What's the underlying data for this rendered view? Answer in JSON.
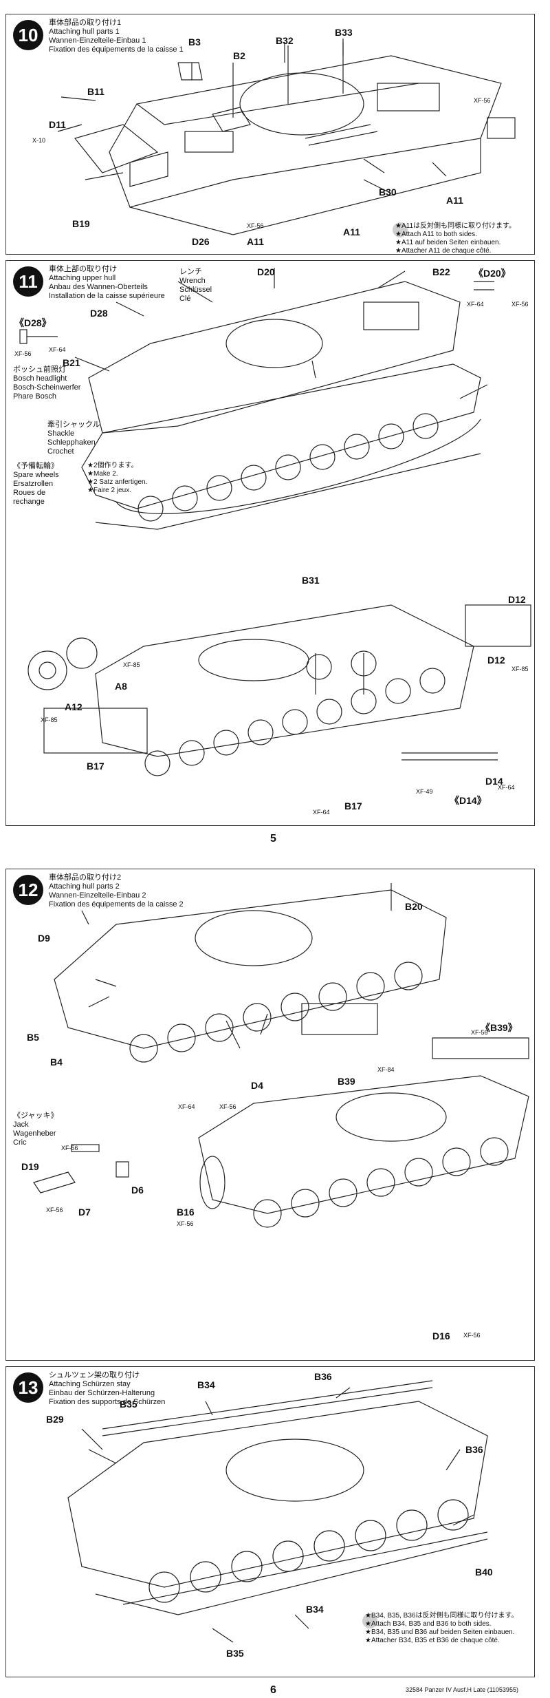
{
  "steps": [
    {
      "number": "10",
      "title": [
        "車体部品の取り付け1",
        "Attaching hull parts 1",
        "Wannen-Einzelteile-Einbau 1",
        "Fixation des équipements de la caisse 1"
      ],
      "parts": [
        "B3",
        "B2",
        "B32",
        "B33",
        "B11",
        "D11",
        "X-10",
        "B19",
        "D26",
        "A11",
        "A11",
        "B30",
        "A11",
        "XF-56",
        "XF-56"
      ],
      "note": [
        "★A11は反対側も同様に取り付けます。",
        "★Attach A11 to both sides.",
        "★A11 auf beiden Seiten einbauen.",
        "★Attacher A11 de chaque côté."
      ]
    },
    {
      "number": "11",
      "title": [
        "車体上部の取り付け",
        "Attaching upper hull",
        "Anbau des Wannen-Oberteils",
        "Installation de la caisse supérieure"
      ],
      "wrench": [
        "レンチ",
        "Wrench",
        "Schlüssel",
        "Clé"
      ],
      "headlight": [
        "ボッシュ前照灯",
        "Bosch headlight",
        "Bosch-Scheinwerfer",
        "Phare Bosch"
      ],
      "shackle": [
        "牽引シャックル",
        "Shackle",
        "Schlepphaken",
        "Crochet"
      ],
      "spare": [
        "《予備転輪》",
        "Spare wheels",
        "Ersatzrollen",
        "Roues de",
        "rechange"
      ],
      "make2": [
        "★2個作ります。",
        "★Make 2.",
        "★2 Satz anfertigen.",
        "★Faire 2 jeux."
      ],
      "parts": [
        "D20",
        "B22",
        "《D20》",
        "XF-64",
        "XF-56",
        "《D28》",
        "D28",
        "XF-56",
        "XF-64",
        "B21",
        "D12",
        "B31",
        "XF-85",
        "A8",
        "A12",
        "XF-85",
        "D12",
        "XF-85",
        "B17",
        "D14",
        "B17",
        "XF-64",
        "XF-49",
        "《D14》",
        "XF-64"
      ]
    },
    {
      "number": "12",
      "title": [
        "車体部品の取り付け2",
        "Attaching hull parts 2",
        "Wannen-Einzelteile-Einbau 2",
        "Fixation des équipements de la caisse 2"
      ],
      "jack": [
        "《ジャッキ》",
        "Jack",
        "Wagenheber",
        "Cric"
      ],
      "parts": [
        "D9",
        "B20",
        "XF-56",
        "《B39》",
        "B5",
        "B4",
        "XF-84",
        "D4",
        "B39",
        "XF-64",
        "XF-56",
        "XF-56",
        "D19",
        "D6",
        "D7",
        "XF-56",
        "B16",
        "XF-56",
        "D16",
        "XF-56"
      ]
    },
    {
      "number": "13",
      "title": [
        "シュルツェン架の取り付け",
        "Attaching Schürzen stay",
        "Einbau der Schürzen-Halterung",
        "Fixation des supports de Schürzen"
      ],
      "parts": [
        "B36",
        "B34",
        "B35",
        "B29",
        "B36",
        "B40",
        "B34",
        "B35"
      ],
      "note": [
        "★B34, B35, B36は反対側も同様に取り付けます。",
        "★Attach B34, B35 and B36 to both sides.",
        "★B34, B35 und B36 auf beiden Seiten einbauen.",
        "★Attacher B34, B35 et B36 de chaque côté."
      ]
    }
  ],
  "page_numbers": [
    "5",
    "6"
  ],
  "footer": "32584 Panzer IV Ausf.H Late (11053955)"
}
